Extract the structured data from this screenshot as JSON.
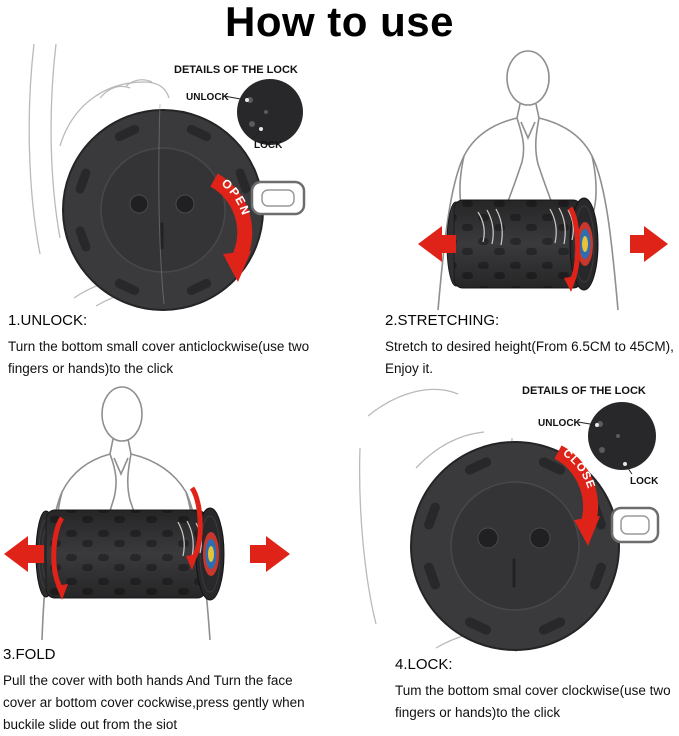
{
  "title": "How to use",
  "colors": {
    "arrow_red": "#df2318",
    "stool_dark": "#3a3a3c",
    "stool_darker": "#28282a"
  },
  "panels": {
    "unlock": {
      "step_label": "1.UNLOCK:",
      "line1": "Turn the bottom small cover anticlockwise(use two",
      "line2": "fingers or hands)to the click",
      "detail_title": "DETAILS OF THE LOCK",
      "unlock_label": "UNLOCK",
      "lock_label": "LOCK",
      "arrow_label": "OPEN"
    },
    "stretching": {
      "step_label": "2.STRETCHING:",
      "line1": "Stretch to desired height(From 6.5CM to 45CM),",
      "line2": "Enjoy it."
    },
    "fold": {
      "step_label": "3.FOLD",
      "line1": "Pull the cover with both hands And Turn the face",
      "line2": "cover ar bottom cover cockwise,press gently when",
      "line3": "buckile slide out from the siot"
    },
    "lock": {
      "step_label": "4.LOCK:",
      "line1": "Tum the bottom smal cover clockwise(use two",
      "line2": "fingers or hands)to the click",
      "detail_title": "DETAILS OF THE LOCK",
      "unlock_label": "UNLOCK",
      "lock_label": "LOCK",
      "arrow_label": "CLOSE"
    }
  }
}
